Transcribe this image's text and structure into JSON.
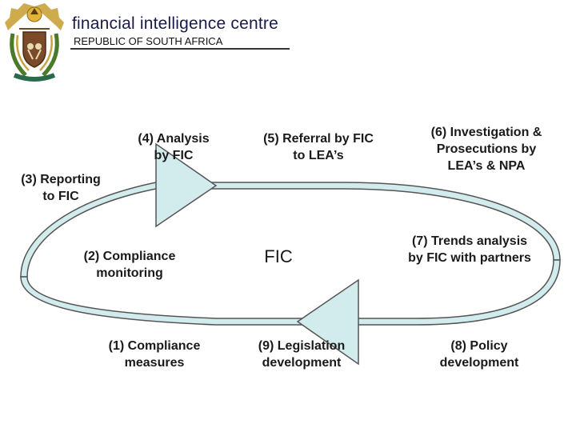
{
  "header": {
    "title": "financial intelligence centre",
    "subtitle": "REPUBLIC OF SOUTH AFRICA"
  },
  "colors": {
    "arrow_fill": "#d2ecee",
    "arrow_stroke": "#555555",
    "title_color": "#1a1a4a"
  },
  "icons": {
    "logo": "south-africa-coat-of-arms"
  },
  "steps": {
    "s1": "(1) Compliance\nmeasures",
    "s2": "(2) Compliance\nmonitoring",
    "s3": "(3) Reporting\nto FIC",
    "s4": "(4) Analysis\nby FIC",
    "s5": "(5) Referral by FIC\nto LEA’s",
    "s6": "(6) Investigation &\nProsecutions by\nLEA’s & NPA",
    "s7": "(7) Trends analysis\nby FIC with partners",
    "s8": "(8) Policy\ndevelopment",
    "s9": "(9) Legislation\ndevelopment",
    "center": "FIC"
  }
}
